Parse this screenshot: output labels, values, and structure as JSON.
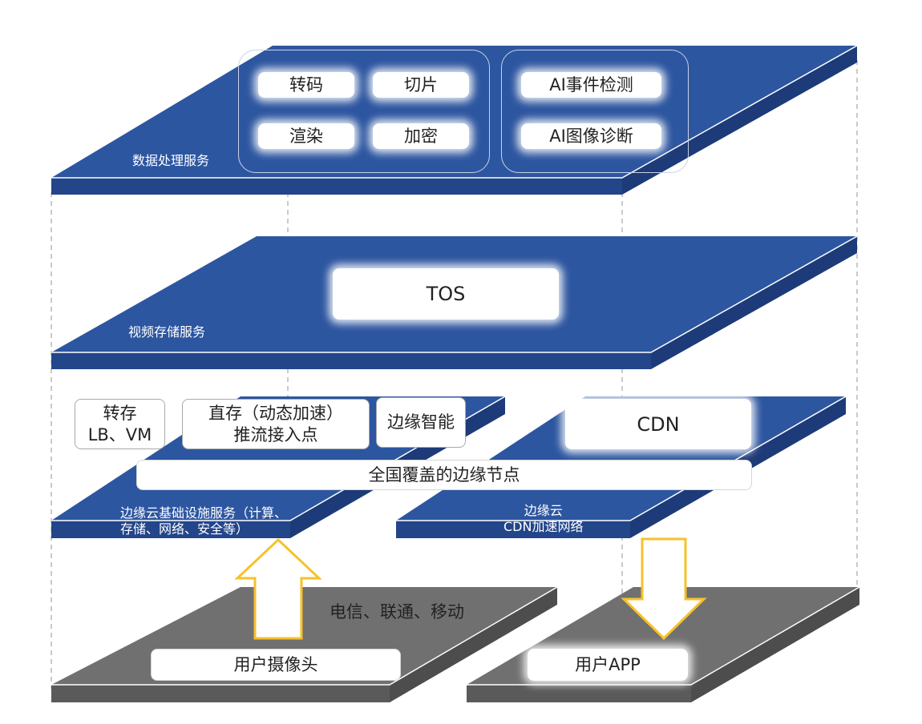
{
  "colors": {
    "layer_top": "#2d56a0",
    "layer_side": "#23458a",
    "layer_gray_top": "#707070",
    "layer_gray_side": "#5a5a5a",
    "arrow_outline": "#f6c12b",
    "guide_line": "#b8b8b8"
  },
  "processing_layer": {
    "label": "数据处理服务",
    "boxes": [
      "转码",
      "切片",
      "渲染",
      "加密",
      "AI事件检测",
      "AI图像诊断"
    ]
  },
  "storage_layer": {
    "label": "视频存储服务",
    "box": "TOS"
  },
  "edge_left": {
    "label": "边缘云基础设施服务（计算、\n存储、网络、安全等）",
    "boxes": [
      "转存\nLB、VM",
      "直存（动态加速）\n推流接入点",
      "边缘智能"
    ]
  },
  "edge_right": {
    "label": "边缘云\nCDN加速网络",
    "box": "CDN"
  },
  "edge_nodes": "全国覆盖的边缘节点",
  "carriers": "电信、联通、移动",
  "user_left": "用户摄像头",
  "user_right": "用户APP",
  "icons": {
    "up_arrow": "upload-arrow-icon",
    "down_arrow": "download-arrow-icon"
  }
}
